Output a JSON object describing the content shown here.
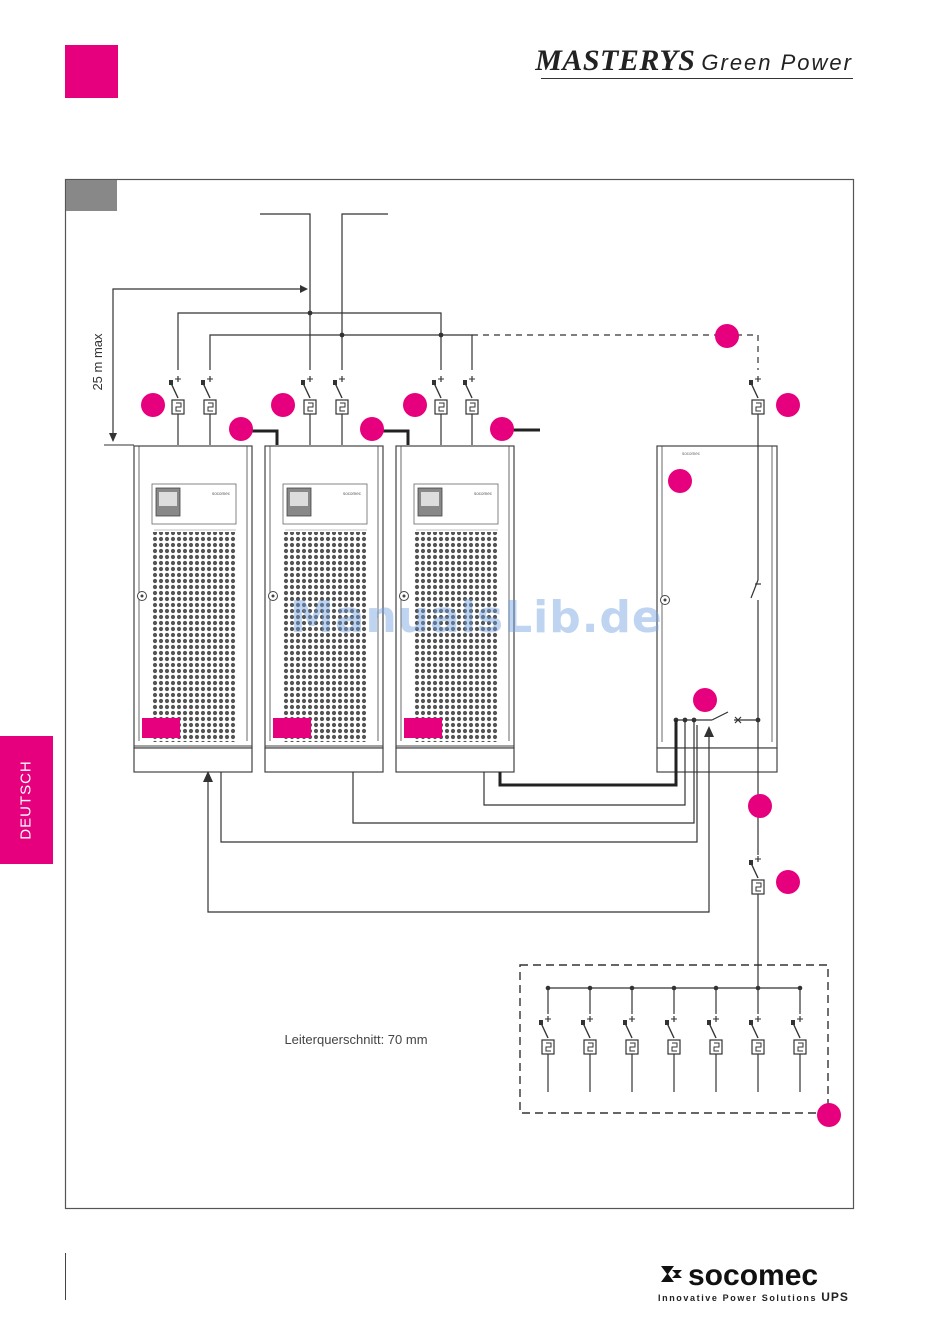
{
  "header": {
    "brand_name": "MASTERYS",
    "brand_suffix": "Green Power"
  },
  "side_tab": {
    "label": "DEUTSCH"
  },
  "diagram": {
    "dimension_label": "25 m max",
    "cable_note": "Leiterquerschnitt: 70 mm"
  },
  "watermark": {
    "text": "ManualsLib.de"
  },
  "footer": {
    "logo_text": "socomec",
    "tagline": "Innovative Power Solutions",
    "tagline_suffix": "UPS"
  },
  "colors": {
    "accent": "#e6007e",
    "line": "#444444",
    "frame": "#555555"
  },
  "icons": [
    "breaker-icon",
    "fuse-icon",
    "callout-marker",
    "ups-cabinet",
    "bypass-cabinet"
  ]
}
